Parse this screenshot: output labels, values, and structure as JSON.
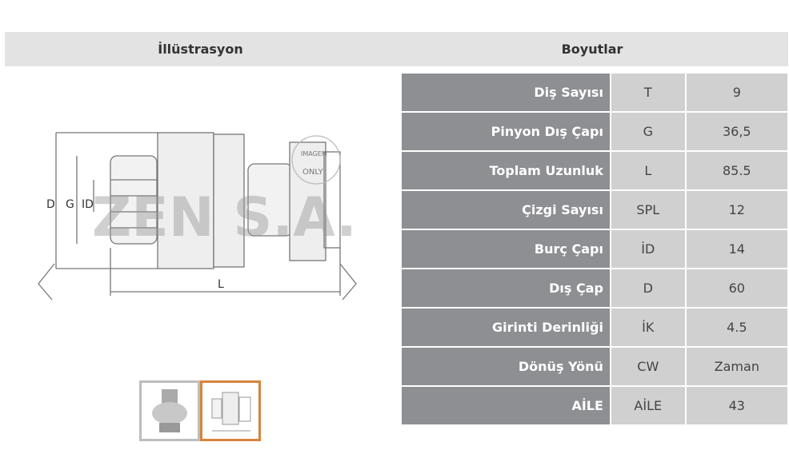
{
  "headers": {
    "illustration": "İllüstrasyon",
    "dimensions": "Boyutlar"
  },
  "illustration": {
    "dim_labels": [
      "D",
      "G",
      "ID",
      "L"
    ],
    "watermark": "ZEN S.A.",
    "stamp": "IMAGEM ONLY"
  },
  "colors": {
    "label_bg": "#8e8f93",
    "value_bg": "#d0d0d0",
    "header_bg": "#e3e3e3",
    "active_thumb": "#d8833a"
  },
  "rows": [
    {
      "label": "Diş Sayısı",
      "code": "T",
      "value": "9"
    },
    {
      "label": "Pinyon Dış Çapı",
      "code": "G",
      "value": "36,5"
    },
    {
      "label": "Toplam Uzunluk",
      "code": "L",
      "value": "85.5"
    },
    {
      "label": "Çizgi Sayısı",
      "code": "SPL",
      "value": "12"
    },
    {
      "label": "Burç Çapı",
      "code": "İD",
      "value": "14"
    },
    {
      "label": "Dış Çap",
      "code": "D",
      "value": "60"
    },
    {
      "label": "Girinti Derinliği",
      "code": "İK",
      "value": "4.5"
    },
    {
      "label": "Dönüş Yönü",
      "code": "CW",
      "value": "Zaman"
    },
    {
      "label": "AİLE",
      "code": "AİLE",
      "value": "43"
    }
  ]
}
